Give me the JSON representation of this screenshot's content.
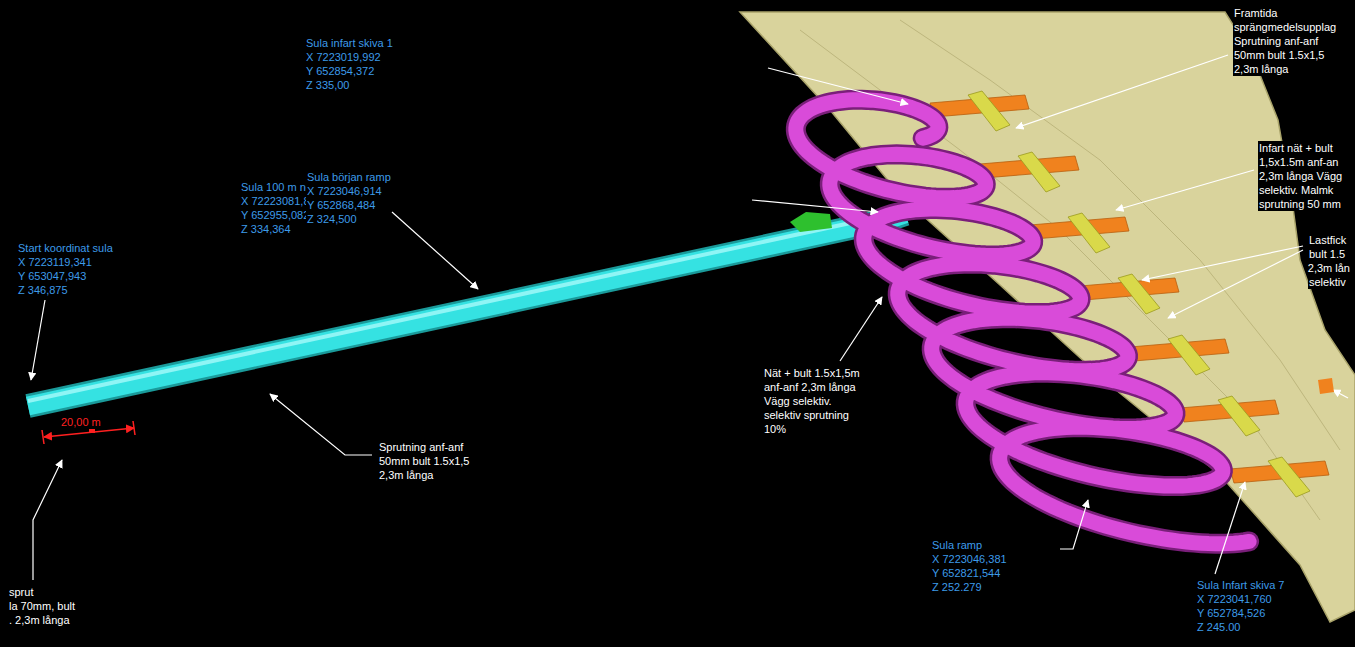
{
  "diagram": {
    "labels": [
      "Start koordinat sula",
      "X 7223119,341",
      "Y 653047,943",
      "Z 346,875",
      "Sula 100 m ner",
      "X 72223081,864",
      "Y 652955,082",
      "Z 334,364",
      "Sula infart skiva 1",
      "X 7223019,992",
      "Y 652854,372",
      "Z 335,00",
      "Sula början ramp",
      "X 7223046,914",
      "Y 652868,484",
      "Z 324,500",
      "Sprutning anf-anf",
      "50mm bult 1.5x1,5",
      "2,3m långa",
      "sprut",
      "la 70mm, bult",
      ". 2,3m långa",
      "Nät + bult 1.5x1,5m",
      "anf-anf 2,3m långa",
      "Vägg selektiv.",
      "selektiv sprutning",
      "10%",
      "Framtida",
      "sprängmedelsupplag",
      "Sprutning anf-anf",
      "50mm bult 1.5x1,5",
      "2,3m långa",
      "Infart nät + bult",
      "1,5x1.5m anf-an",
      "2,3m långa Vägg",
      "selektiv. Malmk",
      "sprutning 50 mm",
      "Lastfick",
      "bult 1.5",
      "2,3m lån",
      "selektiv",
      "Sula ramp",
      "X 7223046,381",
      "Y 652821,544",
      "Z 252.279",
      "Sula Infart skiva 7",
      "X 7223041,760",
      "Y 652784,526",
      "Z 245.00",
      "20,00 m"
    ]
  }
}
